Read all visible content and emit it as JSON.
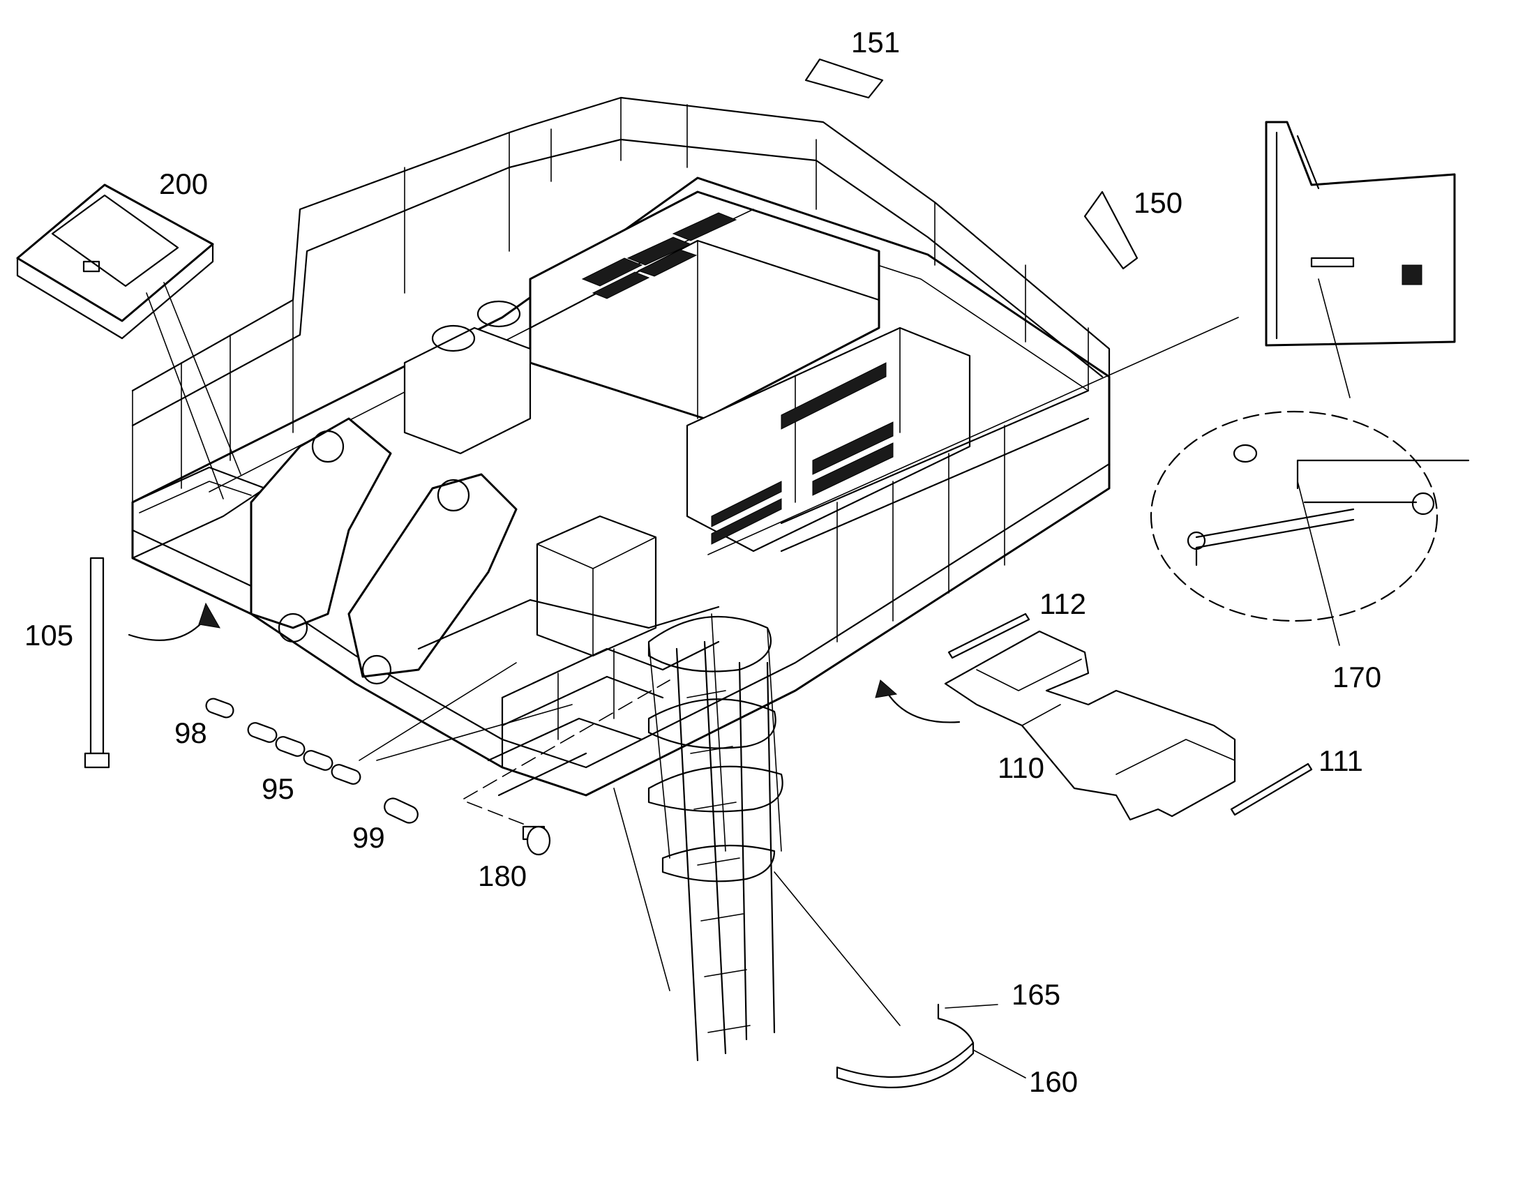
{
  "figure": {
    "labels": {
      "l95": "95",
      "l98": "98",
      "l99": "99",
      "l105": "105",
      "l110": "110",
      "l111": "111",
      "l112": "112",
      "l150": "150",
      "l151": "151",
      "l160": "160",
      "l165": "165",
      "l170": "170",
      "l180": "180",
      "l200": "200"
    }
  }
}
